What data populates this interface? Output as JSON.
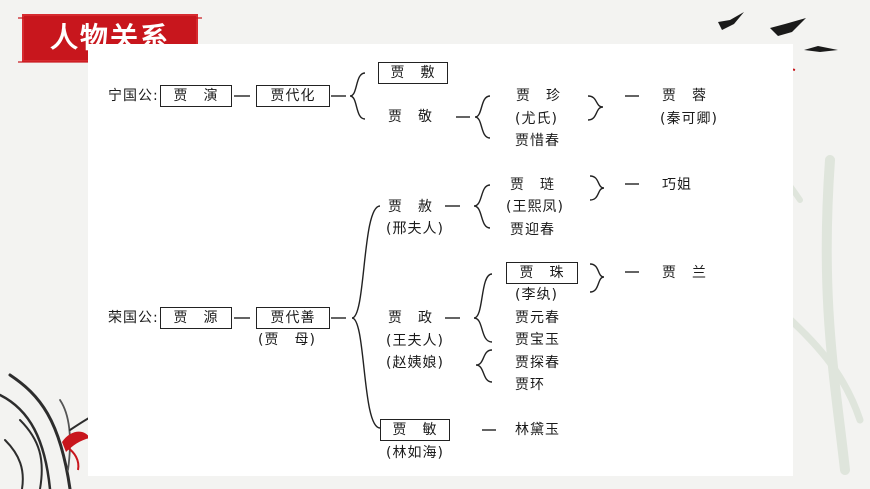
{
  "title": "人物关系",
  "colors": {
    "banner": "#c8161d",
    "line": "#222222",
    "paper": "#ffffff"
  },
  "ningguo": {
    "label": "宁国公:",
    "gen1": "贾　演",
    "gen2": "贾代化",
    "jia_fu": "贾　敷",
    "jia_jing": "贾　敬",
    "jia_zhen": "贾　珍",
    "you_shi": "(尤氏)",
    "jia_xichun": "贾惜春",
    "jia_rong": "贾　蓉",
    "qin_keqing": "(秦可卿)"
  },
  "rongguo": {
    "label": "荣国公:",
    "gen1": "贾　源",
    "gen2": "贾代善",
    "jia_mu": "(贾　母)",
    "jia_she": "贾　赦",
    "xing_furen": "(邢夫人)",
    "jia_lian": "贾　琏",
    "wang_xifeng": "(王熙凤)",
    "jia_yingchun": "贾迎春",
    "qiao_jie": "巧姐",
    "jia_zheng": "贾　政",
    "wang_furen": "(王夫人)",
    "zhao_yiniang": "(赵姨娘)",
    "jia_zhu": "贾　珠",
    "li_wan": "(李纨)",
    "jia_yuanchun": "贾元春",
    "jia_baoyu": "贾宝玉",
    "jia_lan": "贾　兰",
    "jia_tanchun": "贾探春",
    "jia_huan": "贾环",
    "jia_min": "贾　敏",
    "lin_ruhai": "(林如海)",
    "lin_daiyu": "林黛玉"
  }
}
